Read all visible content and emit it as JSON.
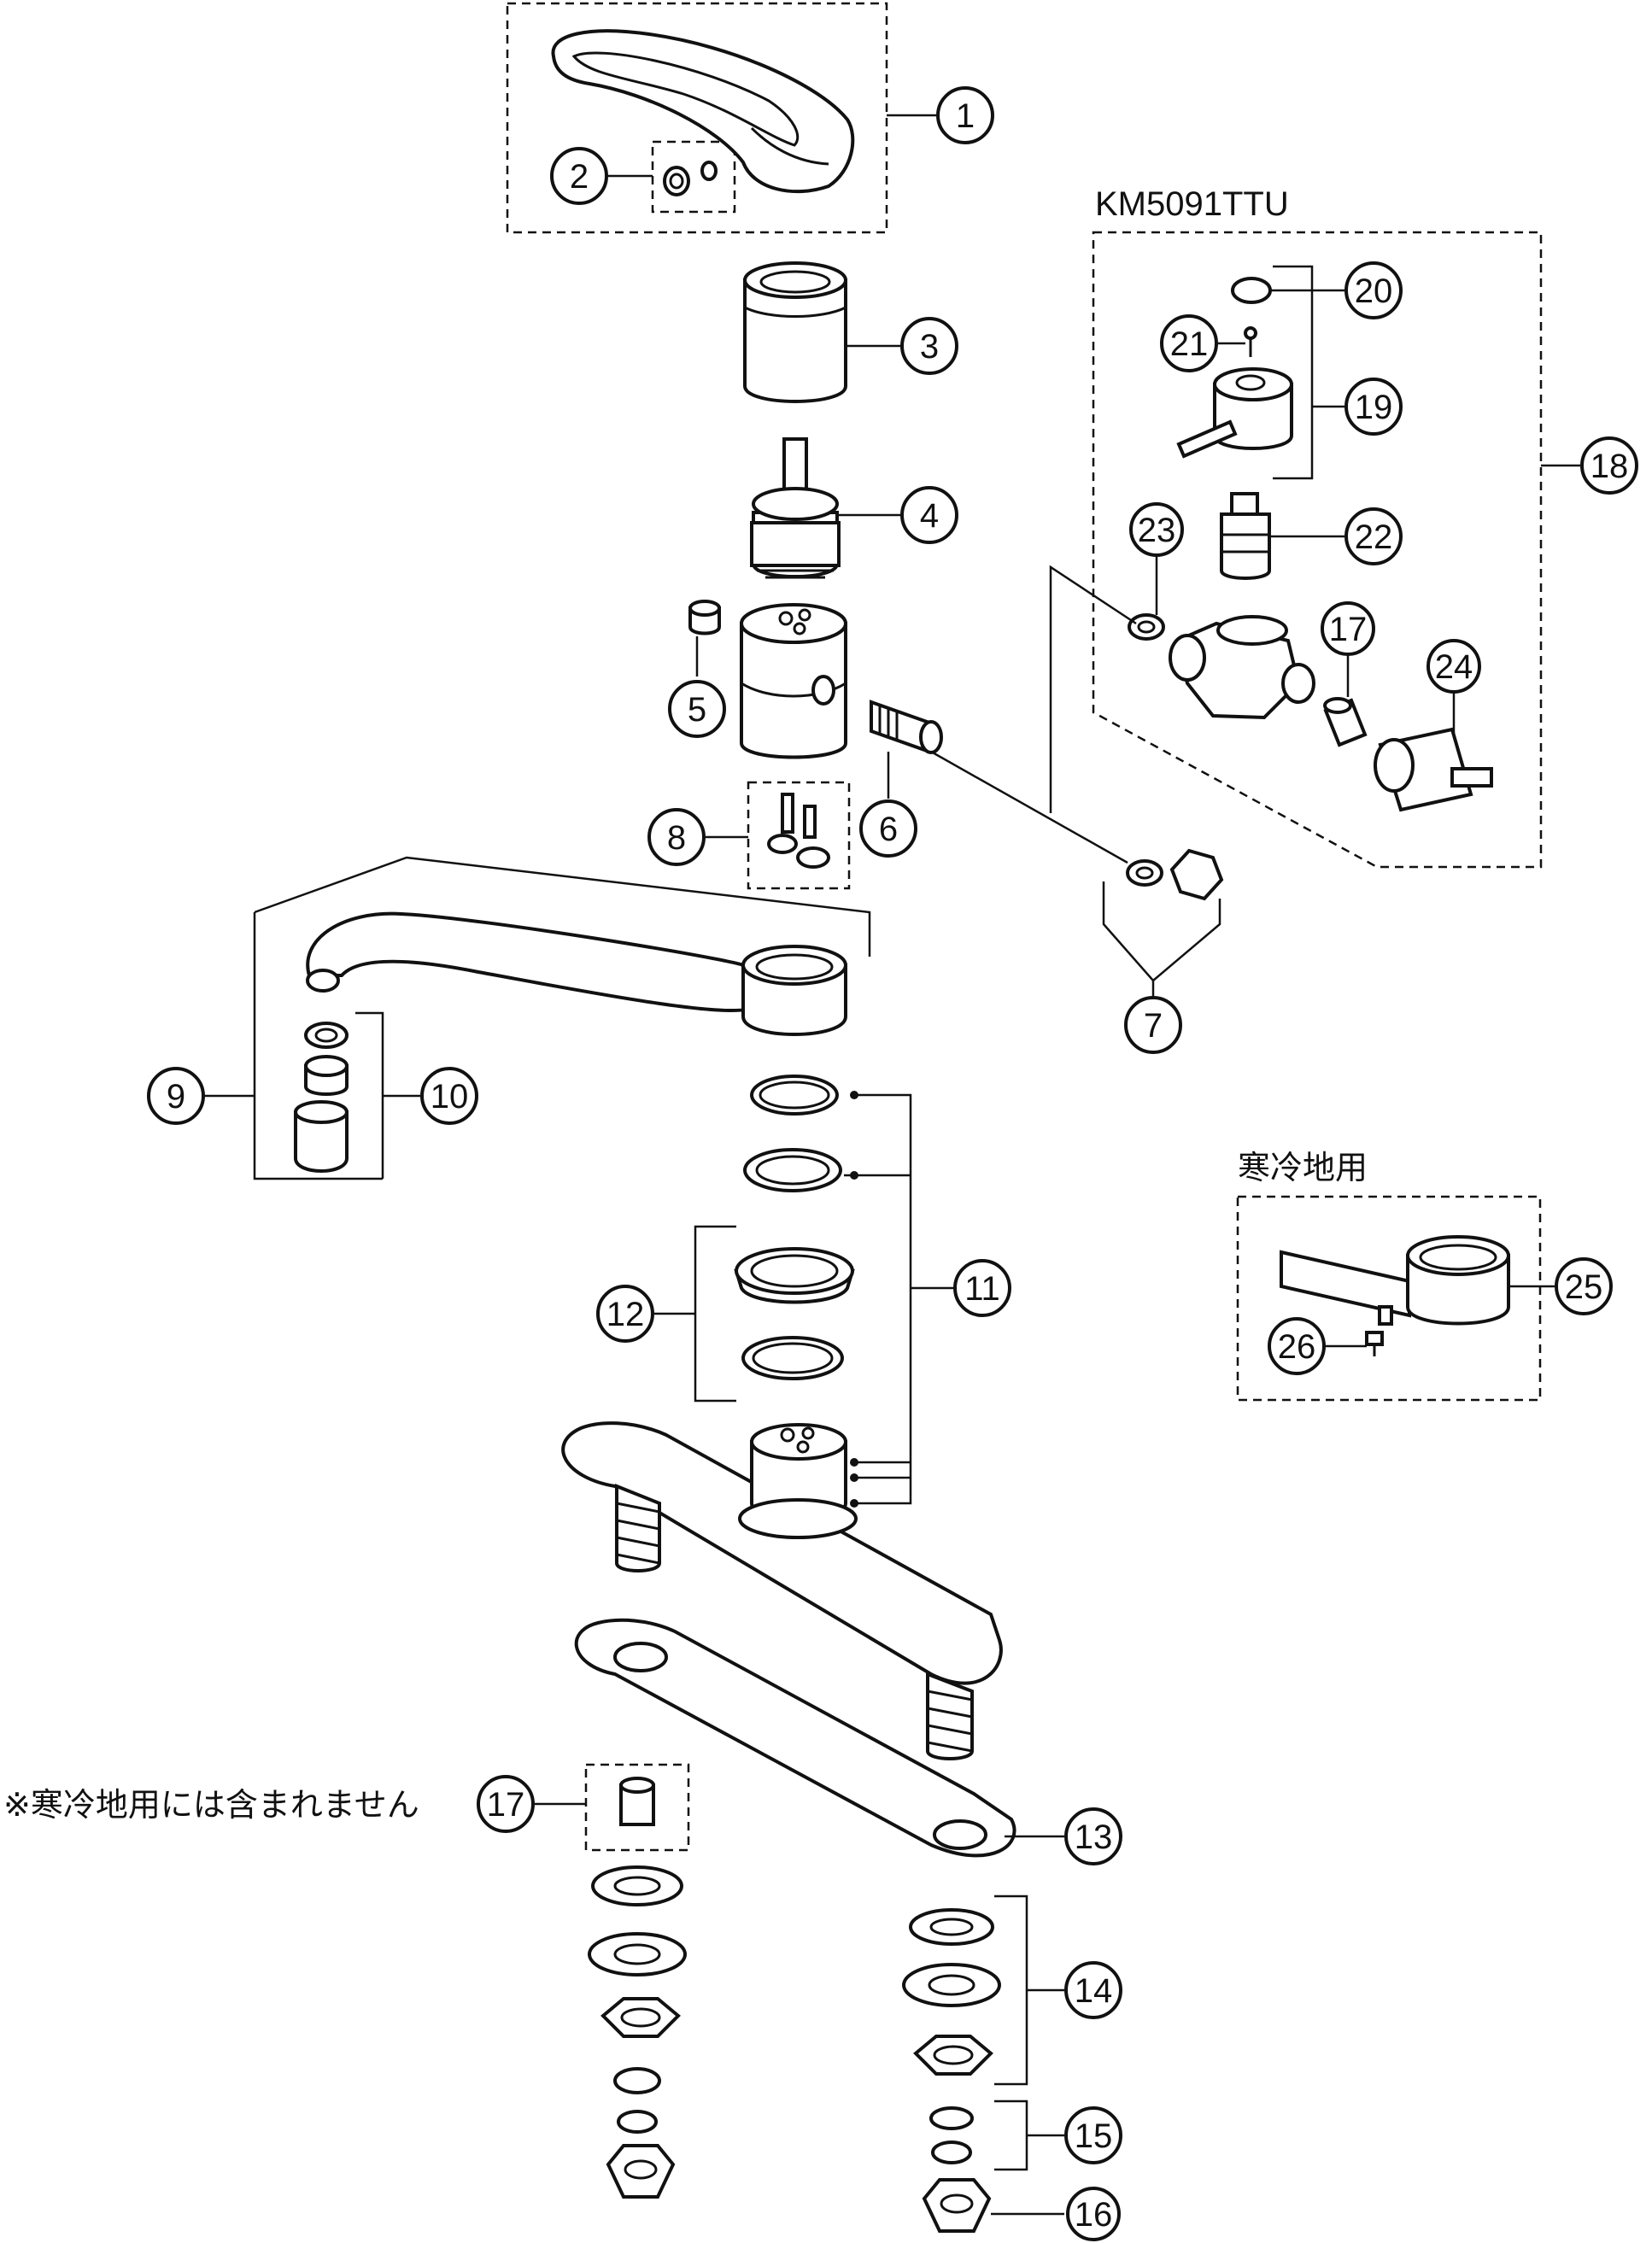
{
  "labels": {
    "model_variant": "KM5091TTU",
    "cold_region": "寒冷地用",
    "cold_region_note": "※寒冷地用には含まれません"
  },
  "callouts": [
    {
      "id": "c1",
      "label": "1"
    },
    {
      "id": "c2",
      "label": "2"
    },
    {
      "id": "c3",
      "label": "3"
    },
    {
      "id": "c4",
      "label": "4"
    },
    {
      "id": "c5",
      "label": "5"
    },
    {
      "id": "c6",
      "label": "6"
    },
    {
      "id": "c7",
      "label": "7"
    },
    {
      "id": "c8",
      "label": "8"
    },
    {
      "id": "c9",
      "label": "9"
    },
    {
      "id": "c10",
      "label": "10"
    },
    {
      "id": "c11",
      "label": "11"
    },
    {
      "id": "c12",
      "label": "12"
    },
    {
      "id": "c13",
      "label": "13"
    },
    {
      "id": "c14",
      "label": "14"
    },
    {
      "id": "c15",
      "label": "15"
    },
    {
      "id": "c16",
      "label": "16"
    },
    {
      "id": "c17a",
      "label": "17"
    },
    {
      "id": "c17b",
      "label": "17"
    },
    {
      "id": "c18",
      "label": "18"
    },
    {
      "id": "c19",
      "label": "19"
    },
    {
      "id": "c20",
      "label": "20"
    },
    {
      "id": "c21",
      "label": "21"
    },
    {
      "id": "c22",
      "label": "22"
    },
    {
      "id": "c23",
      "label": "23"
    },
    {
      "id": "c24",
      "label": "24"
    },
    {
      "id": "c25",
      "label": "25"
    },
    {
      "id": "c26",
      "label": "26"
    }
  ],
  "colors": {
    "line": "#111111",
    "background": "#ffffff"
  }
}
